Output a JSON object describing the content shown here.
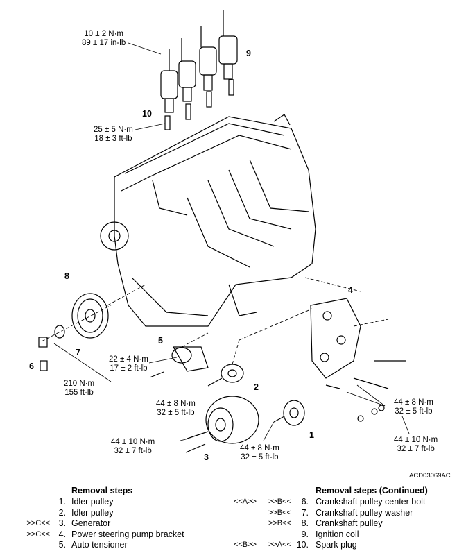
{
  "torques": {
    "coil_bolt_nm": "10 ± 2 N·m",
    "coil_bolt_inlb": "89 ± 17 in-lb",
    "spark_plug_nm": "25 ± 5 N·m",
    "spark_plug_ftlb": "18 ± 3 ft-lb",
    "tensioner_nm": "22 ± 4 N·m",
    "tensioner_ftlb": "17 ± 2 ft-lb",
    "crank_bolt_nm": "210 N·m",
    "crank_bolt_ftlb": "155 ft-lb",
    "idler_nm": "44 ± 8 N·m",
    "idler_ftlb": "32 ± 5 ft-lb",
    "bracket_nm": "44 ± 8 N·m",
    "bracket_ftlb": "32 ± 5 ft-lb",
    "gen_left_nm": "44 ± 10 N·m",
    "gen_left_ftlb": "32 ± 7 ft-lb",
    "gen_mid_nm": "44 ± 8 N·m",
    "gen_mid_ftlb": "32 ± 5 ft-lb",
    "bracket_low_nm": "44 ± 10 N·m",
    "bracket_low_ftlb": "32 ± 7 ft-lb"
  },
  "callouts": [
    "1",
    "2",
    "3",
    "4",
    "5",
    "6",
    "7",
    "8",
    "9",
    "10"
  ],
  "figure_code": "ACD03069AC",
  "left_steps": {
    "header": "Removal steps",
    "items": [
      {
        "ref": "",
        "num": "1.",
        "text": "Idler pulley"
      },
      {
        "ref": "",
        "num": "2.",
        "text": "Idler pulley"
      },
      {
        "ref": ">>C<<",
        "num": "3.",
        "text": "Generator"
      },
      {
        "ref": ">>C<<",
        "num": "4.",
        "text": "Power steering pump bracket"
      },
      {
        "ref": "",
        "num": "5.",
        "text": "Auto tensioner"
      }
    ]
  },
  "right_steps": {
    "header": "Removal steps (Continued)",
    "items": [
      {
        "ref1": "<<A>>",
        "ref2": ">>B<<",
        "num": "6.",
        "text": "Crankshaft pulley center bolt"
      },
      {
        "ref1": "",
        "ref2": ">>B<<",
        "num": "7.",
        "text": "Crankshaft pulley washer"
      },
      {
        "ref1": "",
        "ref2": ">>B<<",
        "num": "8.",
        "text": "Crankshaft pulley"
      },
      {
        "ref1": "",
        "ref2": "",
        "num": "9.",
        "text": "Ignition coil"
      },
      {
        "ref1": "<<B>>",
        "ref2": ">>A<<",
        "num": "10.",
        "text": "Spark plug"
      }
    ]
  }
}
